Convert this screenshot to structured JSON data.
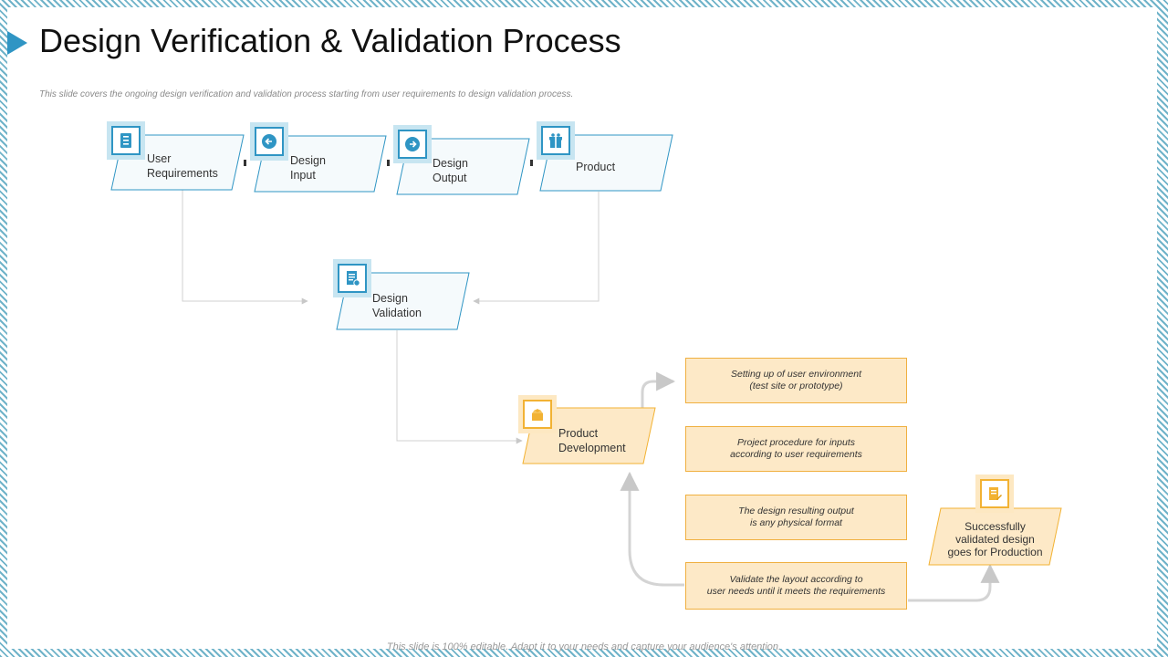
{
  "slide": {
    "title": "Design Verification & Validation Process",
    "subtitle": "This slide covers the ongoing design verification and validation process starting from user requirements to design validation process.",
    "footer": "This slide is 100% editable. Adapt it to your needs and capture your audience's attention."
  },
  "flow": {
    "steps": [
      {
        "label": "User\nRequirements",
        "icon": "checklist-icon"
      },
      {
        "label": "Design\nInput",
        "icon": "arrow-left-circle-icon"
      },
      {
        "label": "Design\nOutput",
        "icon": "arrow-right-circle-icon"
      },
      {
        "label": "Product",
        "icon": "gift-box-icon"
      }
    ],
    "validation": {
      "label": "Design\nValidation",
      "icon": "document-check-icon"
    },
    "development": {
      "label": "Product\nDevelopment",
      "icon": "open-box-icon"
    },
    "production": {
      "label": "Successfully\nvalidated design\ngoes for Production",
      "icon": "document-pen-icon"
    }
  },
  "notes": [
    "Setting up of user environment\n(test site or prototype)",
    "Project procedure for inputs\naccording to user requirements",
    "The design resulting output\nis any physical format",
    "Validate the layout according to\nuser needs until it meets the requirements"
  ],
  "colors": {
    "blue_accent": "#2f95c4",
    "blue_fill": "#f5fafc",
    "orange_accent": "#f2b233",
    "orange_fill": "#fde9c7"
  }
}
